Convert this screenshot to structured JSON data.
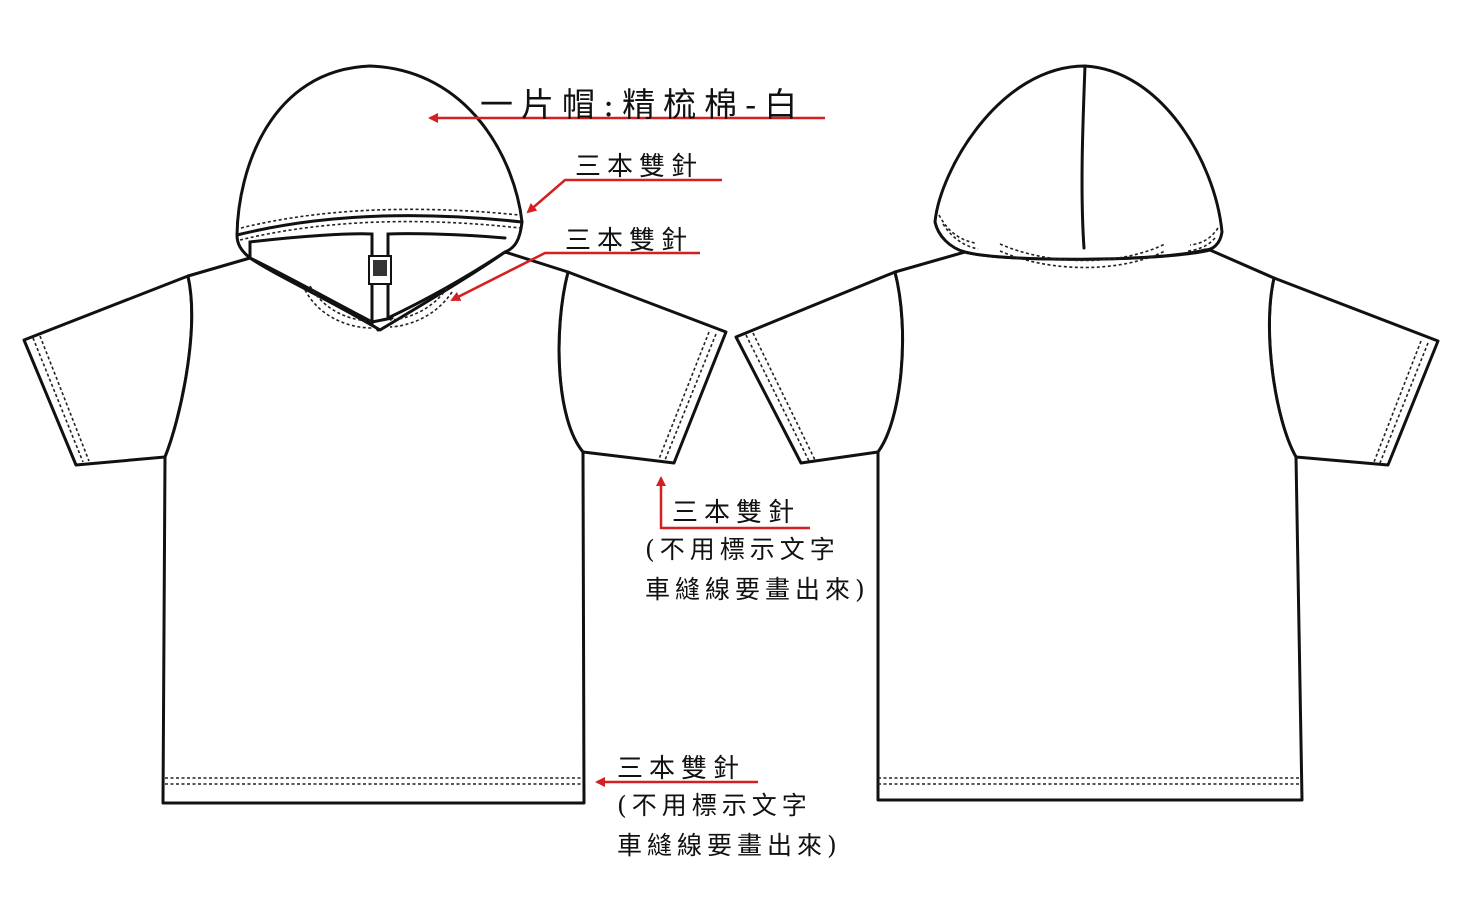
{
  "colors": {
    "line": "#111111",
    "annotation": "#d42020",
    "background": "#ffffff"
  },
  "labels": {
    "hood": "一片帽:精梳棉-白",
    "hood_edge": "三本雙針",
    "neck": "三本雙針",
    "sleeve": "三本雙針",
    "sleeve_note_1": "(不用標示文字",
    "sleeve_note_2": "車縫線要畫出來)",
    "hem": "三本雙針",
    "hem_note_1": "(不用標示文字",
    "hem_note_2": "車縫線要畫出來)"
  },
  "views": {
    "front": "front-view",
    "back": "back-view"
  }
}
